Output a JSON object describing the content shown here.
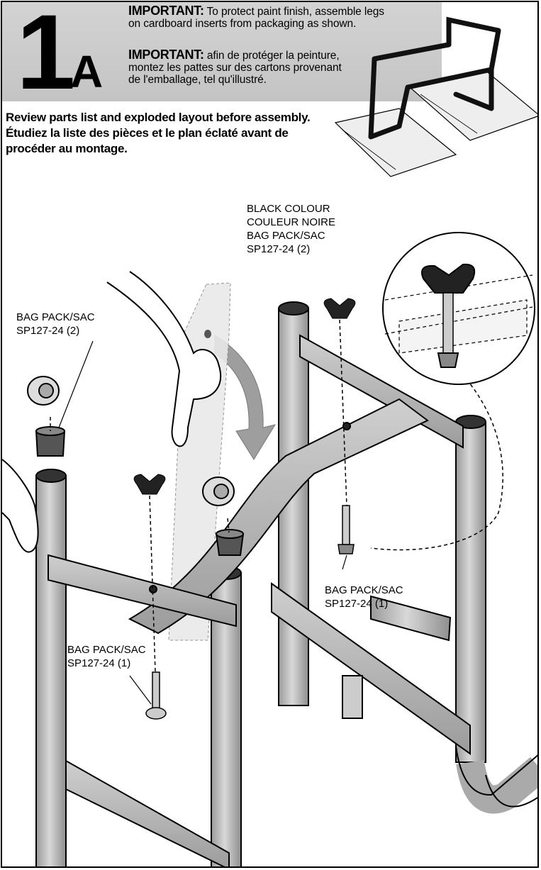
{
  "step": {
    "number": "1",
    "letter": "A"
  },
  "important_en": {
    "label": "IMPORTANT:",
    "line1": " To protect paint finish, assemble legs",
    "line2": "on cardboard inserts from packaging as shown."
  },
  "important_fr": {
    "label": "IMPORTANT:",
    "line1": " afin de protéger la peinture,",
    "line2": "montez les pattes sur des cartons provenant",
    "line3": "de l'emballage, tel qu'illustré."
  },
  "intro": {
    "line1": "Review parts list and exploded layout before assembly.",
    "line2": "Étudiez la liste des pièces et le plan éclaté avant de",
    "line3": "procéder au montage."
  },
  "callouts": {
    "wingnut": {
      "line1": "BLACK COLOUR",
      "line2": "COULEUR NOIRE",
      "line3": "BAG PACK/SAC",
      "line4": "SP127-24 (2)"
    },
    "caster": {
      "line1": "BAG PACK/SAC",
      "line2": "SP127-24 (2)"
    },
    "bolt_right": {
      "line1": "BAG PACK/SAC",
      "line2": "SP127-24 (1)"
    },
    "bolt_left": {
      "line1": "BAG PACK/SAC",
      "line2": "SP127-24 (1)"
    }
  }
}
